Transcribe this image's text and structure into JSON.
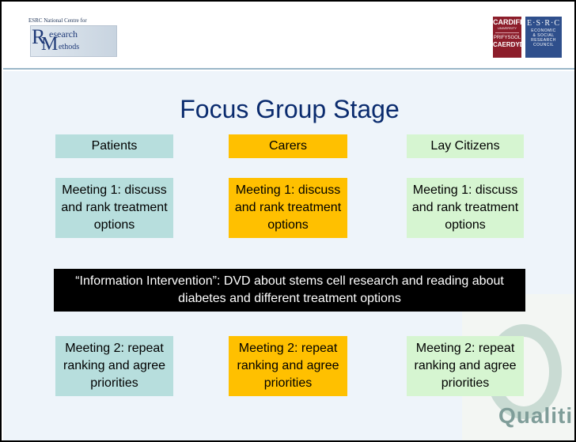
{
  "header": {
    "rm_logo": {
      "centre_text": "ESRC National Centre for",
      "letter_r": "R",
      "word_research": "esearch",
      "letter_m": "M",
      "word_methods": "ethods"
    },
    "cardiff_logo": {
      "line1": "CARDIFF",
      "line2": "UNIVERSITY",
      "line3": "PRIFYSGOL",
      "line4": "CAERDYDD"
    },
    "esrc_logo": {
      "title": "E·S·R·C",
      "sub1": "ECONOMIC",
      "sub2": "& SOCIAL",
      "sub3": "RESEARCH",
      "sub4": "COUNCIL"
    }
  },
  "slide": {
    "title": "Focus Group Stage",
    "groups": {
      "patients": "Patients",
      "carers": "Carers",
      "lay": "Lay Citizens"
    },
    "meeting1": {
      "patients": "Meeting 1: discuss and rank treatment options",
      "carers": "Meeting 1: discuss and rank treatment options",
      "lay": "Meeting 1: discuss and rank treatment options"
    },
    "intervention": "“Information Intervention”: DVD about stems cell research and reading about diabetes and different treatment options",
    "meeting2": {
      "patients": "Meeting 2: repeat ranking and agree priorities",
      "carers": "Meeting 2: repeat ranking and agree priorities",
      "lay": "Meeting 2: repeat ranking and agree priorities"
    }
  },
  "watermark": {
    "word": "Qualiti"
  },
  "colors": {
    "title": "#0a2b6e",
    "patients": "#b7dedd",
    "carers": "#ffc000",
    "lay": "#d6f5d1",
    "intervention_bg": "#000000",
    "body_bg": "#eef4fa"
  }
}
